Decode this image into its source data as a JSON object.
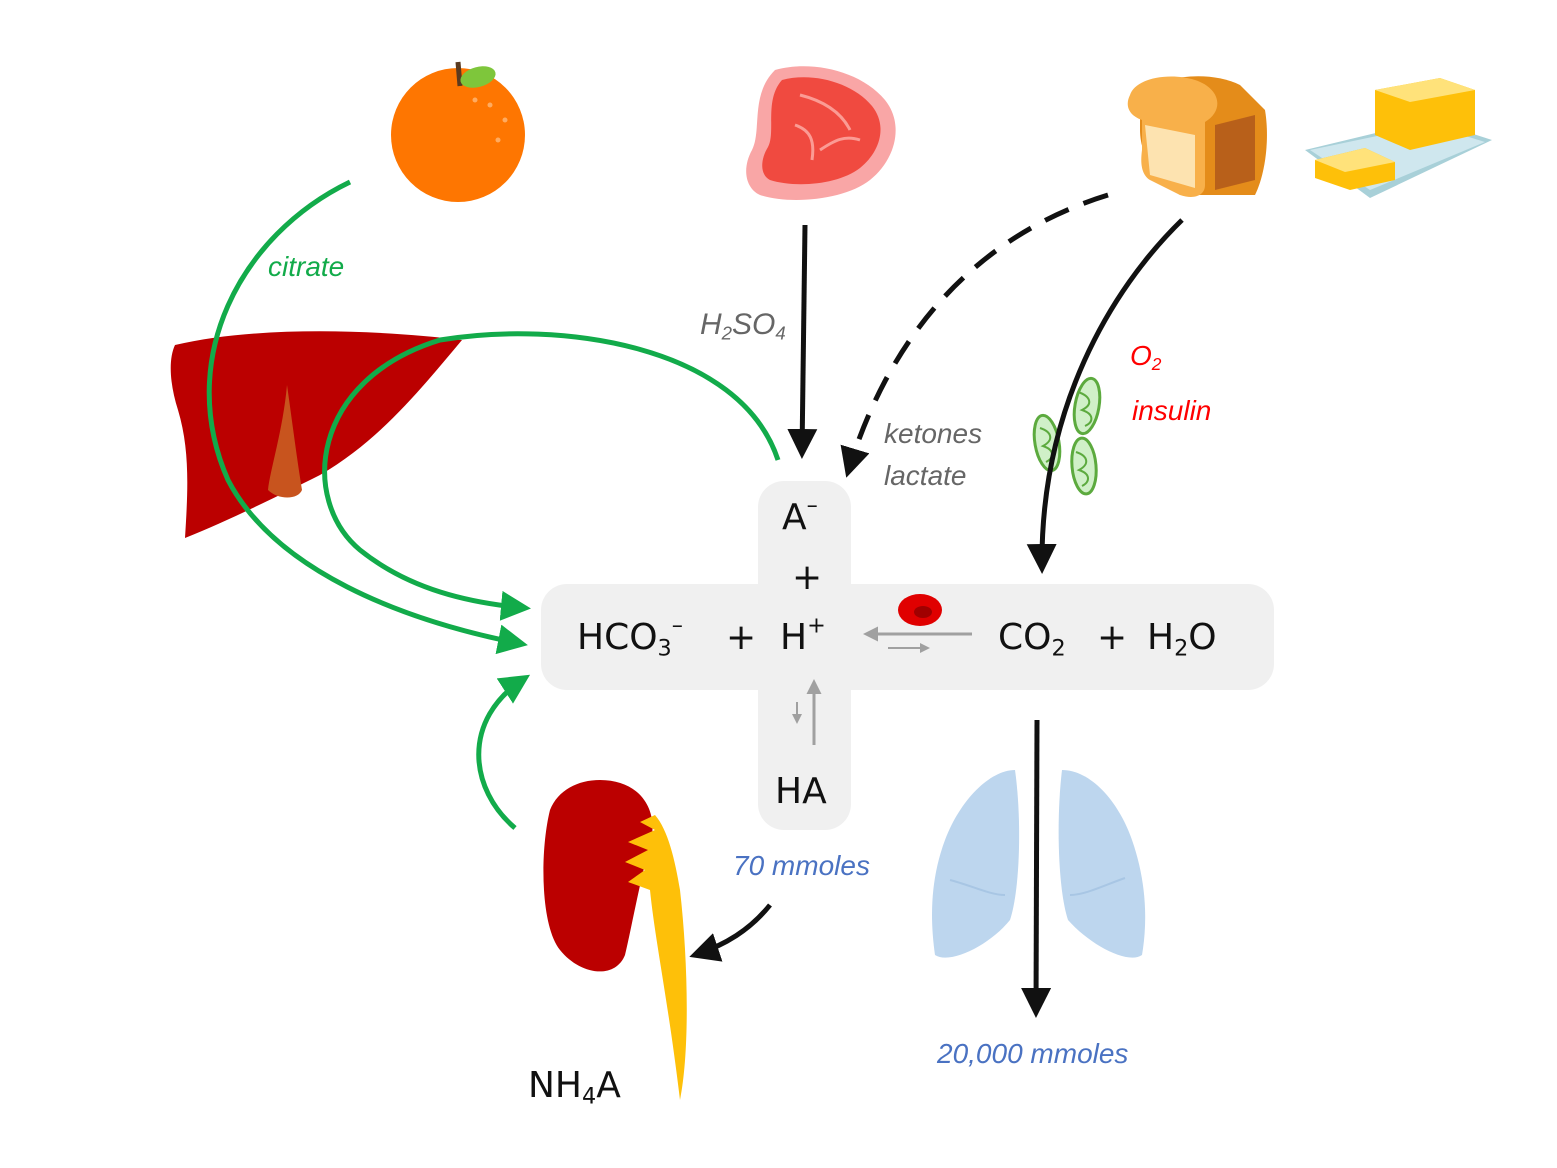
{
  "colors": {
    "green": "#12ab4a",
    "black": "#111111",
    "gray_text": "#666666",
    "red_text": "#ff0000",
    "blue_text": "#4a72c2",
    "box": "#f0f0f0",
    "organ_red": "#bb0000",
    "yellow": "#fec009",
    "lung_blue": "#bdd6ee"
  },
  "icons": [
    "orange-icon",
    "meat-icon",
    "bread-icon",
    "butter-icon",
    "liver-icon",
    "mitochondria-icon",
    "red-blood-cell-icon",
    "lungs-icon",
    "kidney-icon"
  ],
  "labels": {
    "citrate": "citrate",
    "h2so4": {
      "main": "H",
      "sub1": "2",
      "mid": "SO",
      "sub2": "4"
    },
    "ketones": "ketones",
    "lactate": "lactate",
    "o2": {
      "main": "O",
      "sub": "2"
    },
    "insulin": "insulin",
    "mmoles_70": "70 mmoles",
    "mmoles_20000": "20,000 mmoles",
    "nh4a": {
      "pre": "NH",
      "sub": "4",
      "post": "A"
    }
  },
  "equation": {
    "a_minus": {
      "main": "A",
      "sup": "–"
    },
    "plus_vertical": "+",
    "hco3": {
      "main": "HCO",
      "sub": "3",
      "sup": "–"
    },
    "plus_1": "+",
    "h_plus": {
      "main": "H",
      "sup": "+"
    },
    "co2": {
      "main": "CO",
      "sub": "2"
    },
    "plus_2": "+",
    "h2o": {
      "pre": "H",
      "sub": "2",
      "post": "O"
    },
    "ha": "HA"
  }
}
